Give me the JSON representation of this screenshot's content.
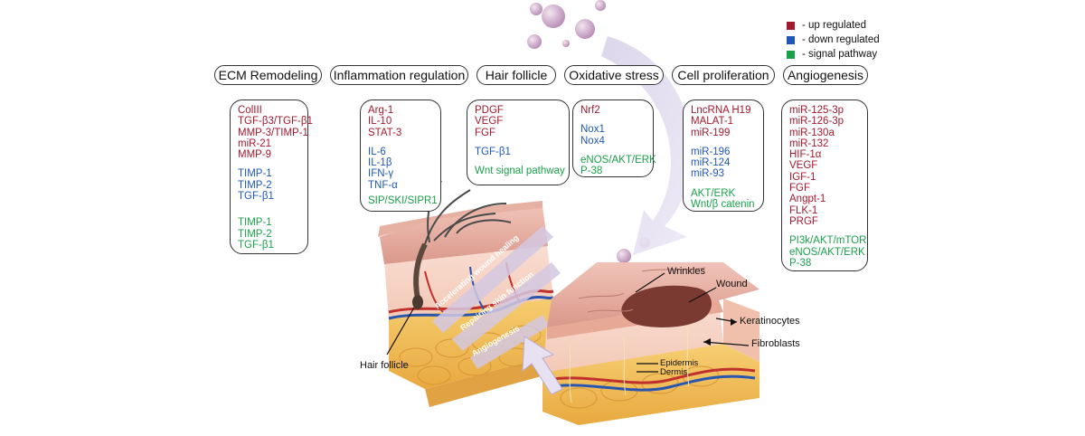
{
  "legend": {
    "items": [
      {
        "color": "#a3192e",
        "label": "- up regulated"
      },
      {
        "color": "#1f57b8",
        "label": "- down regulated"
      },
      {
        "color": "#1aa14a",
        "label": "- signal pathway"
      }
    ]
  },
  "categories": [
    {
      "title": "ECM Remodeling",
      "groups": [
        {
          "type": "up",
          "items": [
            "ColIII",
            "TGF-β3/TGF-β1",
            "MMP-3/TIMP-1",
            "miR-21",
            "MMP-9"
          ]
        },
        {
          "type": "down",
          "items": [
            "TIMP-1",
            "TIMP-2",
            "TGF-β1"
          ]
        },
        {
          "type": "sig",
          "items": [
            "TIMP-1",
            "TIMP-2",
            "TGF-β1"
          ]
        }
      ]
    },
    {
      "title": "Inflammation regulation",
      "groups": [
        {
          "type": "up",
          "items": [
            "Arg-1",
            "IL-10",
            "STAT-3"
          ]
        },
        {
          "type": "down",
          "items": [
            "IL-6",
            "IL-1β",
            "IFN-γ",
            "TNF-α"
          ]
        },
        {
          "type": "sig",
          "items": [
            "SIP/SKI/SIPR1"
          ]
        }
      ]
    },
    {
      "title": "Hair follicle",
      "groups": [
        {
          "type": "up",
          "items": [
            "PDGF",
            "VEGF",
            "FGF"
          ]
        },
        {
          "type": "down",
          "items": [
            "TGF-β1"
          ]
        },
        {
          "type": "sig",
          "items": [
            "Wnt signal pathway"
          ]
        }
      ]
    },
    {
      "title": "Oxidative stress",
      "groups": [
        {
          "type": "up",
          "items": [
            "Nrf2"
          ]
        },
        {
          "type": "down",
          "items": [
            "Nox1",
            "Nox4"
          ]
        },
        {
          "type": "sig",
          "items": [
            "eNOS/AKT/ERK",
            "P-38"
          ]
        }
      ]
    },
    {
      "title": "Cell proliferation",
      "groups": [
        {
          "type": "up",
          "items": [
            "LncRNA H19",
            "MALAT-1",
            "miR-199"
          ]
        },
        {
          "type": "down",
          "items": [
            "miR-196",
            "miR-124",
            "miR-93"
          ]
        },
        {
          "type": "sig",
          "items": [
            "AKT/ERK",
            "Wnt/β catenin"
          ]
        }
      ]
    },
    {
      "title": "Angiogenesis",
      "groups": [
        {
          "type": "up",
          "items": [
            "miR-125-3p",
            "miR-126-3p",
            "miR-130a",
            "miR-132",
            "HIF-1α",
            "VEGF",
            "IGF-1",
            "FGF",
            "Angpt-1",
            "FLK-1",
            "PRGF"
          ]
        },
        {
          "type": "sig",
          "items": [
            "PI3k/AKT/mTOR",
            "eNOS/AKT/ERK",
            "P-38"
          ]
        }
      ]
    }
  ],
  "illustration": {
    "arrow_texts": [
      "Accelerating wound healing",
      "Repairing skin function",
      "Angiogenesis"
    ],
    "labels": {
      "wrinkles": "Wrinkles",
      "wound": "Wound",
      "keratinocytes": "Keratinocytes",
      "fibroblasts": "Fibroblasts",
      "epidermis": "Epidermis",
      "dermis": "Dermis",
      "hair_follicle": "Hair follicle"
    }
  }
}
